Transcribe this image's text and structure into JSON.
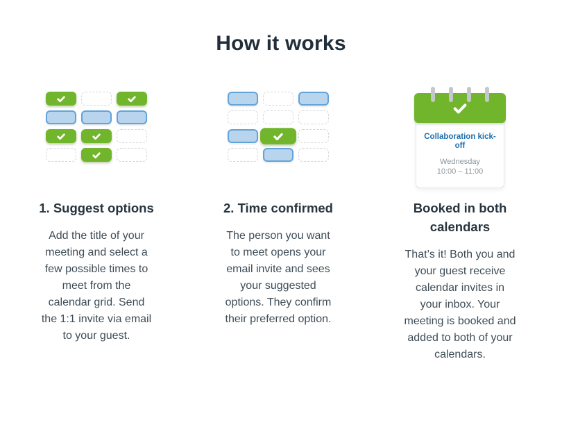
{
  "title": "How it works",
  "colors": {
    "accent_green": "#71b52c",
    "slot_blue_fill": "#b9d5ee",
    "slot_blue_border": "#62a3da",
    "slot_empty_dashed_border": "#d2d8dd",
    "title_text": "#222f3a",
    "heading_text": "#28353f",
    "body_text": "#3e4c56",
    "event_title_blue": "#1d6fae",
    "event_meta_gray": "#8b949d",
    "calendar_ring_gray": "#c3c8cd"
  },
  "steps": [
    {
      "heading": "1. Suggest options",
      "body": "Add the title of your\nmeeting and select a\nfew possible times to\nmeet from the\ncalendar grid. Send\nthe 1:1 invite via email\nto your guest.",
      "icon": {
        "name": "availability-grid-icon",
        "cells": [
          [
            "green",
            "empty",
            "green"
          ],
          [
            "blue",
            "blue",
            "blue"
          ],
          [
            "green",
            "green",
            "empty"
          ],
          [
            "empty",
            "green",
            "empty"
          ]
        ]
      }
    },
    {
      "heading": "2. Time confirmed",
      "body": "The person you want\nto meet opens your\nemail invite and sees\nyour suggested\noptions. They confirm\ntheir preferred option.",
      "icon": {
        "name": "confirmation-grid-icon",
        "cells": [
          [
            "blue",
            "empty",
            "blue"
          ],
          [
            "empty",
            "empty",
            "empty"
          ],
          [
            "blue",
            "green big",
            "empty"
          ],
          [
            "empty",
            "blue",
            "empty"
          ]
        ]
      }
    },
    {
      "heading": "Booked in both\ncalendars",
      "body": "That’s it! Both you and\nyour guest receive\ncalendar invites in\nyour inbox. Your\nmeeting is booked and\nadded to both of your\ncalendars.",
      "icon": {
        "name": "calendar-event-card-icon",
        "event_title": "Collaboration kick-off",
        "event_day": "Wednesday",
        "event_time": "10:00 – 11:00"
      }
    }
  ]
}
